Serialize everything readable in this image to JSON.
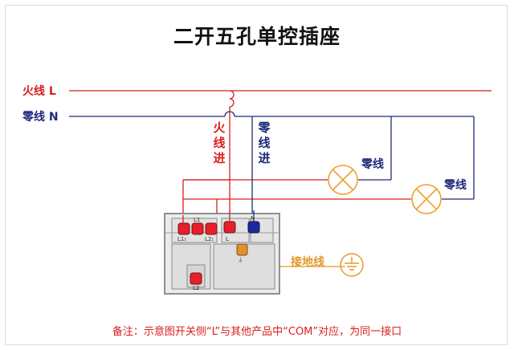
{
  "title": "二开五孔单控插座",
  "wires": {
    "live_label": "火线",
    "live_letter": "L",
    "neutral_label": "零线",
    "neutral_letter": "N"
  },
  "drops": {
    "live_in": [
      "火",
      "线",
      "进"
    ],
    "neutral_in": [
      "零",
      "线",
      "进"
    ]
  },
  "lamps": [
    {
      "label": "零线"
    },
    {
      "label": "零线"
    }
  ],
  "terminals": {
    "l1_1": "L1₁",
    "l1": "L1",
    "l2_1": "L2₁",
    "l": "L",
    "n": "N",
    "l2": "L2",
    "ground": "⏚"
  },
  "ground_label": "接地线",
  "note": "备注：示意图开关侧“L”与其他产品中“COM”对应，为同一接口",
  "colors": {
    "live": "#d81e1e",
    "neutral": "#1f2a7a",
    "ground": "#e09a2a",
    "lamp": "#f0a030",
    "title": "#111111"
  }
}
